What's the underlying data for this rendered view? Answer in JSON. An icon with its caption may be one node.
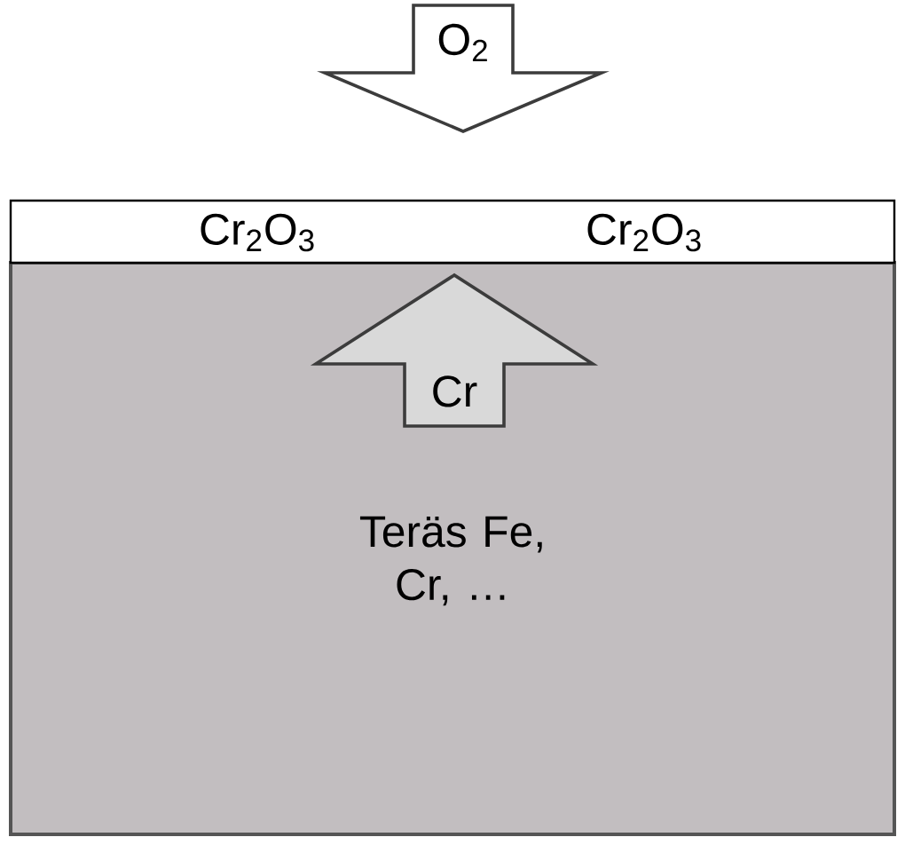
{
  "diagram": {
    "nodes": [
      {
        "text": [
          "O$_{2}$"
        ]
      },
      {
        "text": [
          "Cr$_{2}$O$_{3}$",
          "Cr$_{2}$O$_{3}$"
        ]
      },
      {
        "text": [
          "Teräs Fe, Cr, …"
        ]
      },
      {
        "text": [
          "Cr"
        ],
        "in": 2
      }
    ]
  }
}
